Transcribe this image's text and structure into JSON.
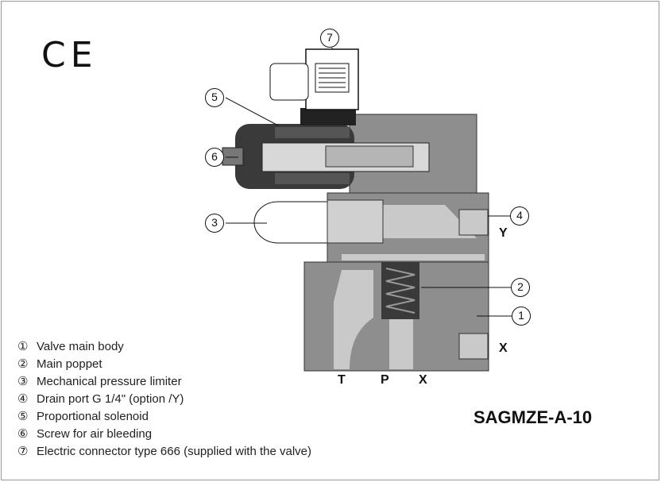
{
  "mark": "CE",
  "model": "SAGMZE-A-10",
  "ports": {
    "T": "T",
    "P": "P",
    "X_bottom": "X",
    "Y": "Y",
    "X_side": "X"
  },
  "callouts": [
    "1",
    "2",
    "3",
    "4",
    "5",
    "6",
    "7"
  ],
  "legend": [
    {
      "num": "①",
      "label": "Valve main body"
    },
    {
      "num": "②",
      "label": "Main poppet"
    },
    {
      "num": "③",
      "label": "Mechanical pressure limiter"
    },
    {
      "num": "④",
      "label": "Drain port G 1/4\" (option /Y)"
    },
    {
      "num": "⑤",
      "label": "Proportional solenoid"
    },
    {
      "num": "⑥",
      "label": "Screw for air bleeding"
    },
    {
      "num": "⑦",
      "label": "Electric connector type 666 (supplied with the valve)"
    }
  ],
  "colors": {
    "body": "#8e8e8e",
    "dark": "#3a3a3a",
    "light": "#c9c9c9",
    "line": "#111111"
  }
}
